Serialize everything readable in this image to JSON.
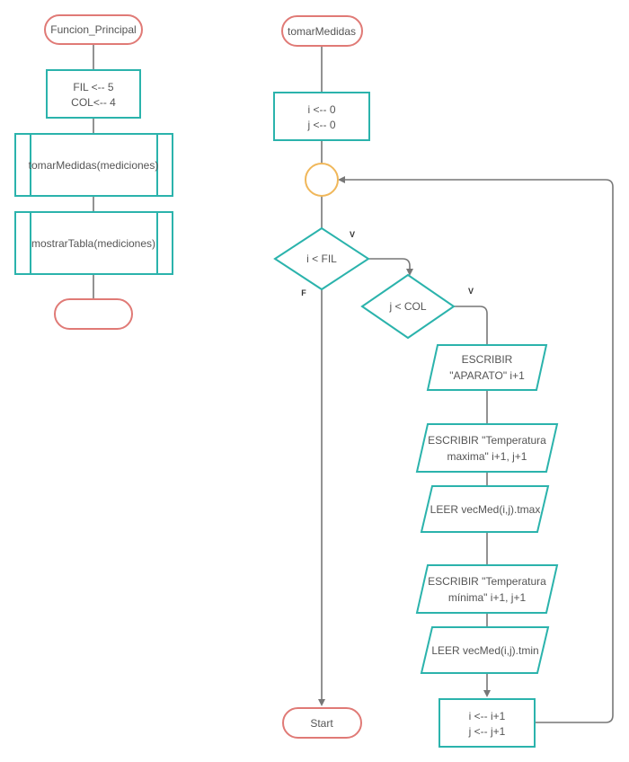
{
  "main_flow": {
    "start_label": "Funcion_Principal",
    "assign_line1": "FIL <-- 5",
    "assign_line2": "COL<-- 4",
    "call1_label": "tomarMedidas(mediciones)",
    "call2_label": "mostrarTabla(mediciones)",
    "end_label": ""
  },
  "sub_flow": {
    "start_label": "tomarMedidas",
    "init_line1": "i <-- 0",
    "init_line2": "j <-- 0",
    "cond1_label": "i < FIL",
    "cond1_true": "V",
    "cond1_false": "F",
    "cond2_label": "j < COL",
    "cond2_true": "V",
    "write1_line1": "ESCRIBIR",
    "write1_line2": "\"APARATO\"  i+1",
    "write2_line1": "ESCRIBIR  \"Temperatura",
    "write2_line2": "maxima\" i+1, j+1",
    "read1_label": "LEER vecMed(i,j).tmax",
    "write3_line1": "ESCRIBIR  \"Temperatura",
    "write3_line2": "mínima\" i+1, j+1",
    "read2_label": "LEER vecMed(i,j).tmin",
    "incr_line1": "i <-- i+1",
    "incr_line2": "j <-- j+1",
    "end_label": "Start"
  },
  "colors": {
    "terminal_stroke": "#e07a76",
    "process_stroke": "#2bb3ac",
    "connector_stroke": "#f0b75a",
    "line": "#777777"
  }
}
